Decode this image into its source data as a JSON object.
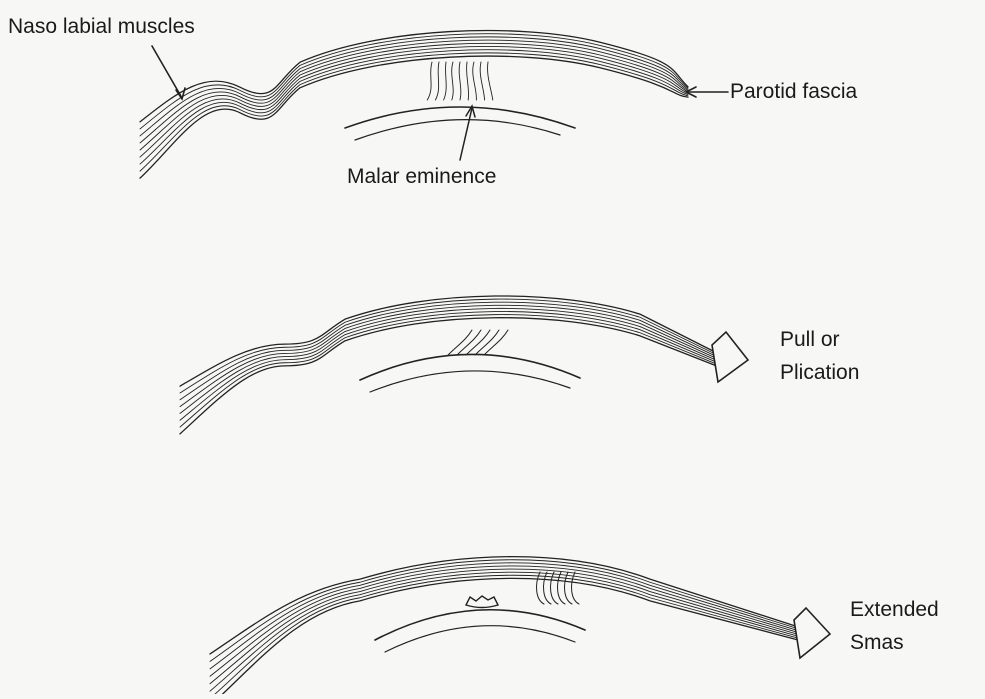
{
  "labels": {
    "nasolabial": "Naso labial  muscles",
    "parotid": "Parotid  fascia",
    "malar": "Malar eminence",
    "pull_line1": "Pull or",
    "pull_line2": "Plication",
    "extended_line1": "Extended",
    "extended_line2": "Smas"
  },
  "colors": {
    "ink": "#222222",
    "paper": "#f7f7f5"
  },
  "panels": [
    "anatomy-baseline",
    "pull-or-plication",
    "extended-smas"
  ]
}
